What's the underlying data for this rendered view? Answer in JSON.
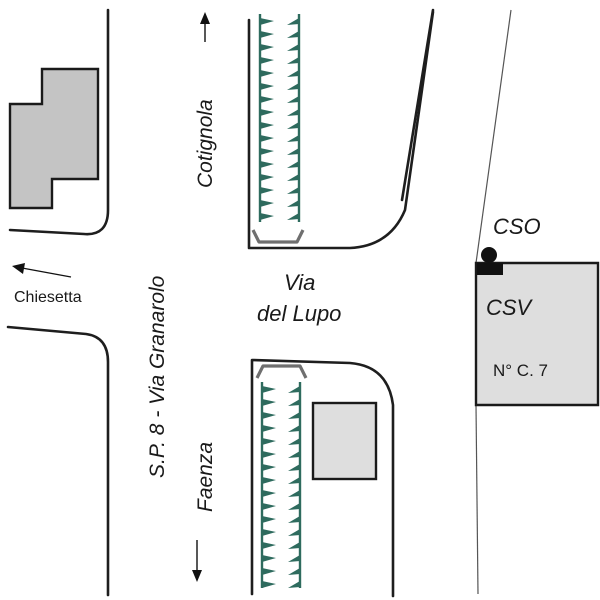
{
  "map": {
    "roads": {
      "main_road_label": "S.P. 8 - Via Granarolo",
      "side_road_label_line1": "Via",
      "side_road_label_line2": "del Lupo"
    },
    "directions": {
      "north": "Cotignola",
      "south": "Faenza",
      "west": "Chiesetta"
    },
    "markers": {
      "cso_label": "CSO",
      "csv_label": "CSV",
      "building_number": "N° C. 7"
    },
    "colors": {
      "hedge": "#2e6b5e",
      "building_dark": "#c4c4c4",
      "building_light": "#dedede",
      "curb": "#6f6f6f",
      "line": "#1a1a1a"
    }
  }
}
